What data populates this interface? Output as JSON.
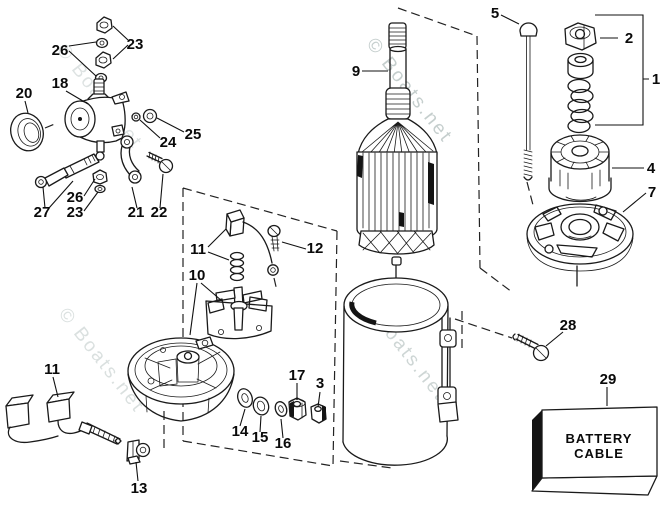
{
  "diagram": {
    "watermark": "© Boats.net",
    "colors": {
      "line": "#1a1a1a",
      "watermark": "#c2cccb",
      "background": "#ffffff"
    },
    "battery_box": {
      "line1": "BATTERY",
      "line2": "CABLE"
    },
    "callouts": {
      "c23_top": "23",
      "c26_top": "26",
      "c18": "18",
      "c20": "20",
      "c25": "25",
      "c24": "24",
      "c27": "27",
      "c26_bottom": "26",
      "c23_bottom": "23",
      "c21": "21",
      "c22": "22",
      "c9": "9",
      "c5": "5",
      "c2": "2",
      "c1": "1",
      "c4": "4",
      "c7": "7",
      "c11_mid": "11",
      "c12": "12",
      "c10": "10",
      "c11_left": "11",
      "c13": "13",
      "c14": "14",
      "c15": "15",
      "c16": "16",
      "c17": "17",
      "c3": "3",
      "c28": "28",
      "c29": "29"
    }
  }
}
